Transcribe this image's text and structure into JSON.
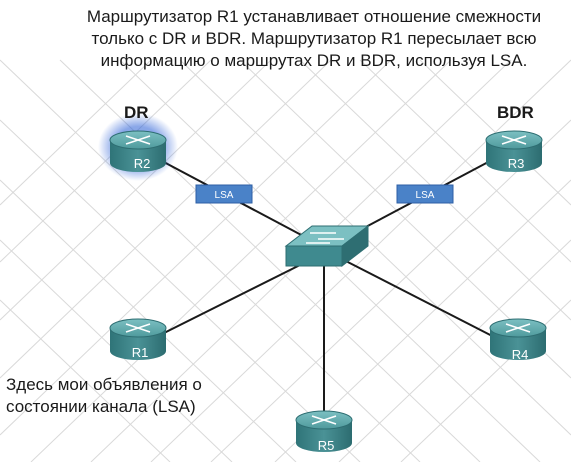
{
  "caption": {
    "line1": "Маршрутизатор R1 устанавливает отношение смежности",
    "line2": "только с DR и BDR. Маршрутизатор R1 пересылает всю",
    "line3": "информацию о маршрутах DR и BDR, используя LSA."
  },
  "note": {
    "line1": "Здесь мои объявления о",
    "line2": "состоянии канала (LSA)"
  },
  "roles": {
    "dr": "DR",
    "bdr": "BDR"
  },
  "routers": {
    "r1": "R1",
    "r2": "R2",
    "r3": "R3",
    "r4": "R4",
    "r5": "R5"
  },
  "lsa": {
    "left": "LSA",
    "right": "LSA"
  },
  "colors": {
    "router_body": "#3f8a8f",
    "router_top": "#5fa9ab",
    "switch_body": "#4b9da0",
    "lsa_box": "#4a82c8",
    "grid": "#d9d9d9",
    "dr_glow": "#2a5fd6"
  }
}
